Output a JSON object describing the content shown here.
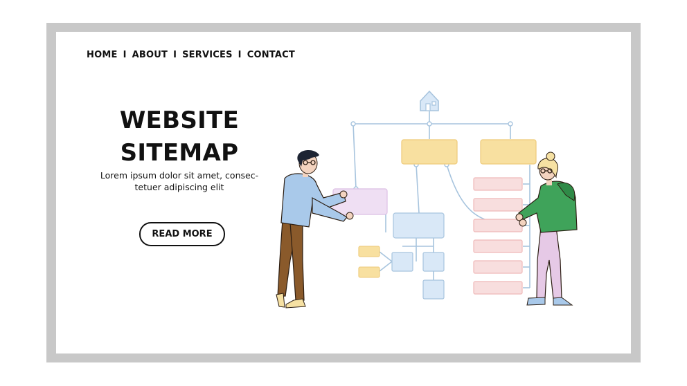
{
  "nav": {
    "items": [
      {
        "label": "HOME"
      },
      {
        "label": "ABOUT"
      },
      {
        "label": "SERVICES"
      },
      {
        "label": "CONTACT"
      }
    ],
    "separator": "I"
  },
  "hero": {
    "title_line1": "WEBSITE",
    "title_line2": "SITEMAP",
    "subtitle_line1": "Lorem ipsum dolor sit amet, consec-",
    "subtitle_line2": "tetuer adipiscing elit",
    "button_label": "READ MORE"
  },
  "illustration": {
    "icons": [
      "home-icon"
    ],
    "colors": {
      "frame": "#c8c8c8",
      "line": "#a7c4de",
      "yellow_block": "#f8e0a0",
      "blue_block": "#d9e8f7",
      "pink_block": "#f8dede",
      "purple_block": "#efdff3",
      "man_shirt": "#a9c9ea",
      "man_pants": "#8a5a2b",
      "woman_hoodie": "#3fa35a",
      "woman_pants": "#e6c9e6"
    }
  }
}
